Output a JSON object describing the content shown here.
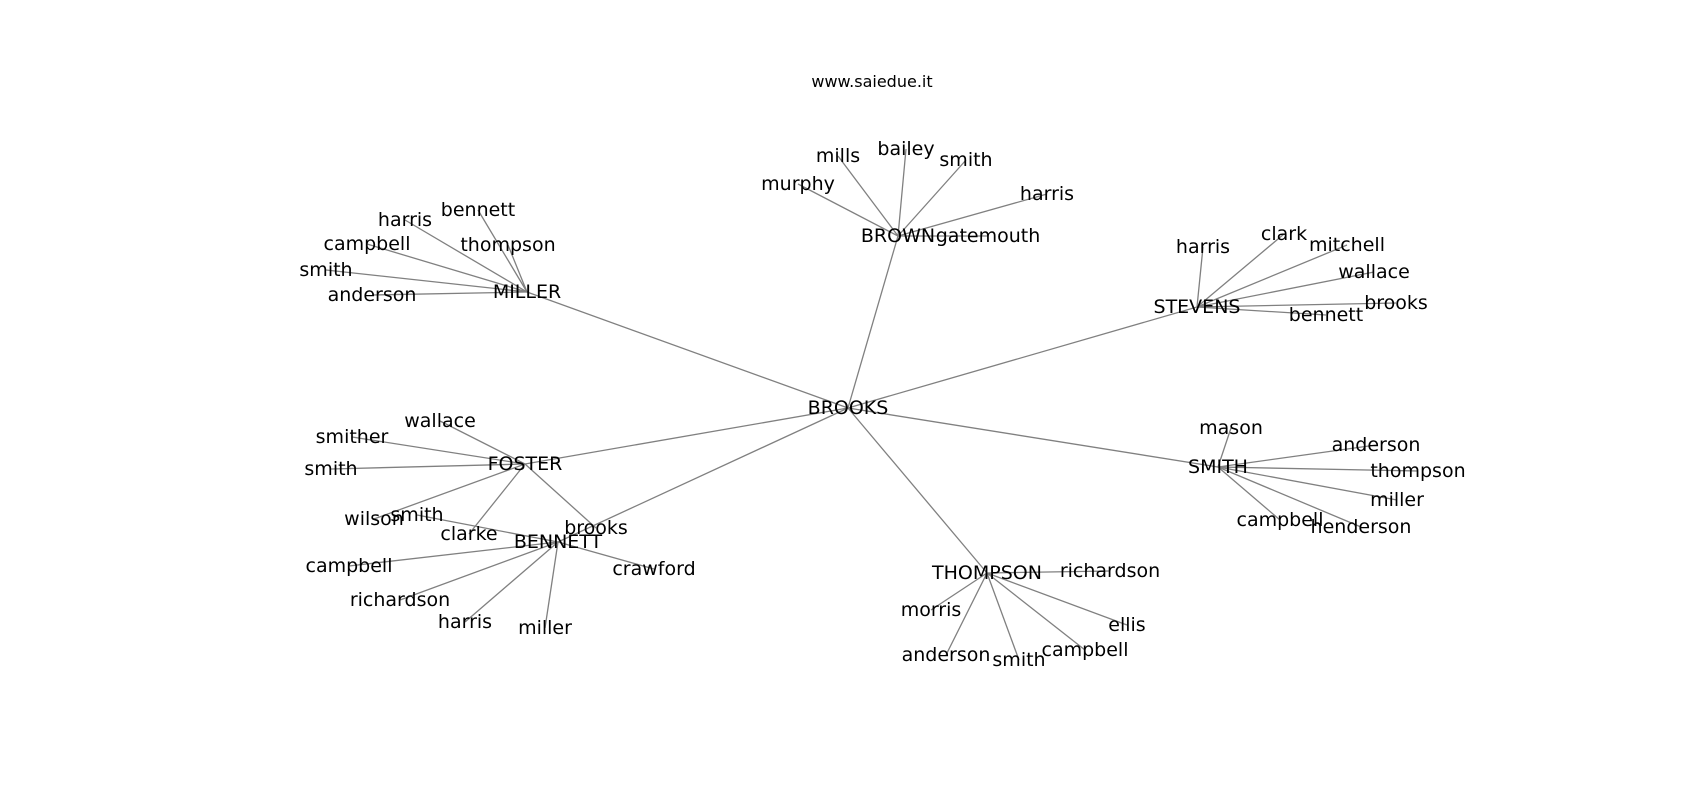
{
  "source": "www.saiedue.it",
  "graph": {
    "root": "BROOKS",
    "hubs": [
      {
        "id": "MILLER",
        "leaves": [
          "harris",
          "bennett",
          "campbell",
          "thompson",
          "smith",
          "anderson"
        ]
      },
      {
        "id": "BROWN",
        "leaves": [
          "mills",
          "bailey",
          "smith",
          "murphy",
          "harris",
          "gatemouth"
        ]
      },
      {
        "id": "STEVENS",
        "leaves": [
          "harris",
          "clark",
          "mitchell",
          "wallace",
          "brooks",
          "bennett"
        ]
      },
      {
        "id": "FOSTER",
        "leaves": [
          "wallace",
          "smither",
          "smith",
          "wilson",
          "clarke",
          "brooks"
        ]
      },
      {
        "id": "BENNETT",
        "leaves": [
          "smith",
          "campbell",
          "richardson",
          "harris",
          "miller",
          "crawford"
        ]
      },
      {
        "id": "THOMPSON",
        "leaves": [
          "richardson",
          "morris",
          "ellis",
          "anderson",
          "smith",
          "campbell"
        ]
      },
      {
        "id": "SMITH",
        "leaves": [
          "mason",
          "anderson",
          "thompson",
          "miller",
          "campbell",
          "henderson"
        ]
      }
    ]
  }
}
